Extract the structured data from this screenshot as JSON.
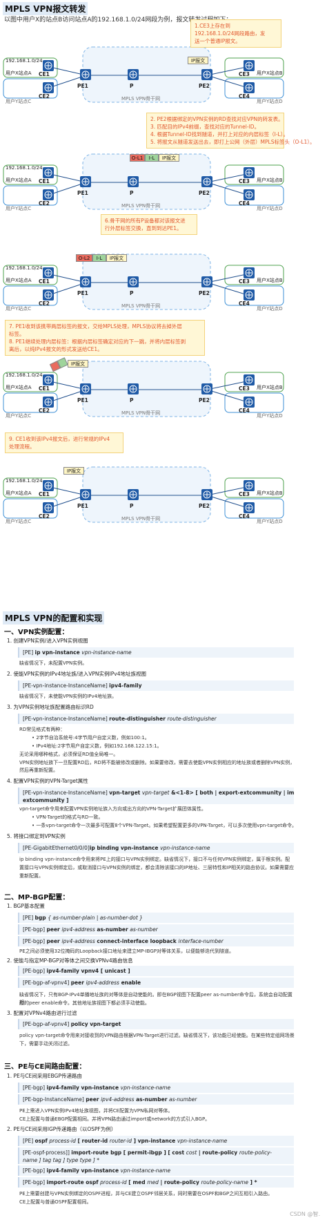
{
  "header": {
    "title": "MPLS VPN报文转发",
    "intro": "以图中用户X的站点B访问站点A的192.168.1.0/24网段为例，报文转发过程如下："
  },
  "labels": {
    "ce1": "CE1",
    "ce2": "CE2",
    "ce3": "CE3",
    "ce4": "CE4",
    "pe1": "PE1",
    "p": "P",
    "pe2": "PE2",
    "site_xa": "用户X站点A",
    "site_yc": "用户Y站点C",
    "site_xb": "用户X站点B",
    "site_yd": "用户Y站点D",
    "net": "192.168.1.0/24",
    "backbone": "MPLS VPN骨干网",
    "ip": "IP报文",
    "ol1": "O-L1",
    "il": "I-L",
    "ol2": "O-L2"
  },
  "notes": {
    "n1": [
      "1.CE3上存在到",
      "192.168.1.0/24网段路由，发",
      "送一个普通IP报文。"
    ],
    "n2": [
      "2. PE2根据绑定的VPN实例的RD查找对应VPN的转发表。",
      "3. 匹配目的IPv4前缀，查找对应的Tunnel-ID。",
      "4. 根据Tunnel-ID找到隧道，并打上对应的内层标签（I-L）。",
      "5. 将报文从隧道发送出去，即打上公网（外层）MPLS标签头（O-L1）。"
    ],
    "n3": [
      "6.骨干网的所有P设备都对该报文进",
      "行外层标签交换，直到到达PE1。"
    ],
    "n4": [
      "7. PE1收到该携带两层标签的报文，交给MPLS处理，MPLS协议将去掉外层",
      "标签。",
      "8. PE1继续处理内层标签：根据内层标签确定对应的下一跳，并将内层标签剥",
      "离后，以纯IPv4报文的形式发送给CE1。"
    ],
    "n5": [
      "9. CE1收到该IPv4报文后，进行常规的IPv4",
      "处理流程。"
    ]
  },
  "config": {
    "title": "MPLS VPN的配置和实现",
    "s1": "一、VPN实例配置：",
    "s1_items": [
      "1. 创建VPN实例/进入VPN实例视图",
      "2. 使能VPN实例的IPv4地址族/进入VPN实例IPv4地址族视图",
      "3. 为VPN实例地址族配置路由标识RD",
      "4. 配置VPN实例的VPN-Target属性",
      "5. 将接口绑定到VPN实例"
    ],
    "c1_pre": "[PE] ",
    "c1_k": "ip vpn-instance ",
    "c1_v": "vpn-instance-name",
    "t1": "缺省情况下，未配置VPN实例。",
    "c2_pre": "[PE-vpn-instance-InstanceName] ",
    "c2_k": "ipv4-family",
    "t2": "缺省情况下，未使能VPN实例的IPv4地址族。",
    "c3_pre": "[PE-vpn-instance-InstanceName] ",
    "c3_k": "route-distinguisher ",
    "c3_v": "route-distinguisher",
    "t3a": "RD常见格式有两种：",
    "b3a": "•  2字节自治系统号:4字节用户自定义数，例如100:1。",
    "b3b": "•  IPv4地址:2字节用户自定义数，例如192.168.122.15:1。",
    "t3b": "无论采用哪种格式，必须保证RD值全局唯一。",
    "t3c": "VPN实例地址族下一旦配置RD后，RD将不能被修改或删除。如果要修改，需要去使能VPN实例相应的地址族或者删除VPN实例，",
    "t3d": "然后再重新配置。",
    "c4_pre": "[PE-vpn-instance-InstanceName] ",
    "c4_k": "vpn-target ",
    "c4_v": "vpn-target",
    "c4_rest": " &<1-8> [ both | export-extcommunity | import-",
    "c4_rest2": "extcommunity ]",
    "t4a": "vpn-target命令用来配置VPN实例地址族入方向或出方向的VPN-Target扩展团体属性。",
    "b4a": "•  VPN-Target的格式与RD一致。",
    "b4b": "•  一条vpn-target命令一次最多可配置8个VPN-Target。如果希望配置更多的VPN-Target，可以多次使用vpn-target命令。",
    "c5_pre": "[PE-GigabitEthernet0/0/0]",
    "c5_k": "ip binding vpn-instance ",
    "c5_v": "vpn-instance-name",
    "t5a": "ip binding vpn-instance命令用来将PE上的接口与VPN实例绑定。缺省情况下，接口不与任何VPN实例绑定，属于根实例。配",
    "t5b": "置接口与VPN实例绑定后，或取消接口与VPN实例的绑定，都会清除该接口的IP地址、三层特性和IP相关的路由协议。如果需要应",
    "t5c": "重新配置。",
    "s2": "二、MP-BGP配置：",
    "s2_items": [
      "1. BGP基本配置",
      "2. 使能与指定MP-BGP对等体之间交换VPNv4路由信息",
      "3. 配置对VPNv4路由进行过滤"
    ],
    "c6_pre": "[PE] ",
    "c6_k": "bgp ",
    "c6_v": "{ as-number-plain | as-number-dot }",
    "c7_pre": "[PE-bgp] ",
    "c7_k": "peer ",
    "c7_v": "ipv4-address",
    "c7_k2": " as-number ",
    "c7_v2": "as-number",
    "c8_pre": "[PE-bgp] ",
    "c8_k": "peer ",
    "c8_v": "ipv4-address",
    "c8_k2": " connect-interface loopback ",
    "c8_v2": "interface-number",
    "t8": "PE之间必须使用32位掩码的Loopback接口地址来建立MP-IBGP对等体关系，以便能够迭代到隧道。",
    "c9_pre": "[PE-bgp] ",
    "c9_k": "ipv4-family vpnv4 [ unicast ]",
    "c10_pre": "[PE-bgp-af-vpnv4] ",
    "c10_k": "peer ",
    "c10_v": "ipv4-address",
    "c10_k2": " enable",
    "t10a": "缺省情况下，只有BGP-IPv4单播地址族的对等体是自动使能的。即在BGP视图下配置peer as-number命令后，系统会自动配置相",
    "t10b": "应的peer enable命令。其他地址族视图下都必须手动使能。",
    "c11_pre": "[PE-bgp-af-vpnv4] ",
    "c11_k": "policy vpn-target",
    "t11a": "policy vpn-target命令用来对接收到的VPN路由根据VPN-Target进行过滤。缺省情况下，该功能已经使能。在某些特定组网场景",
    "t11b": "下，需要手动关闭过滤。",
    "s3": "三、PE与CE间路由配置：",
    "s3_items": [
      "1. PE与CE间采用EBGP传递路由",
      "2. PE与CE间采用IGP传递路由（以OSPF为例）"
    ],
    "c12_pre": "[PE-bgp] ",
    "c12_k": "ipv4-family vpn-instance ",
    "c12_v": "vpn-instance-name",
    "c13_pre": "[PE-bgp-InstanceName] ",
    "c13_k": "peer ",
    "c13_v": "ipv4-address",
    "c13_k2": " as-number ",
    "c13_v2": "as-number",
    "t13a": "PE上需进入VPN实例IPv4地址族视图，并将CE配置为VPN私网对等体。",
    "t13b": "CE上配置与普通EBGP配置相同。并将VPN路由通过import或network的方式引入BGP。",
    "c14_pre": "[PE] ",
    "c14_k": "ospf ",
    "c14_v": "process-id",
    "c14_k2": " [ router-id ",
    "c14_v2": "router-id",
    "c14_k3": " ] vpn-instance ",
    "c14_v3": "vpn-instance-name",
    "c15_pre": "[PE-ospf-process]] ",
    "c15_k": "import-route bgp [ permit-ibgp ] [ cost ",
    "c15_v": "cost",
    "c15_k2": " | route-policy ",
    "c15_v2": "route-policy-",
    "c15_line2": "name ] tag tag ] type type ] *",
    "c16_pre": "[PE-bgp] ",
    "c16_k": "ipv4-family vpn-instance ",
    "c16_v": "vpn-instance-name",
    "c17_pre": "[PE-bgp] ",
    "c17_k": "import-route ospf ",
    "c17_v": "process-id",
    "c17_k2": " [ med ",
    "c17_v2": "med",
    "c17_k3": " | route-policy ",
    "c17_v3": "route-policy-name",
    "c17_k4": " ] *",
    "t17a": "PE上需要创建与VPN实例绑定的OSPF进程，并与CE建立OSPF邻居关系，同时需要在OSPF和BGP之间互相引入路由。",
    "t17b": "CE上配置与普通OSPF配置相同。"
  },
  "watermark": "CSDN @智."
}
